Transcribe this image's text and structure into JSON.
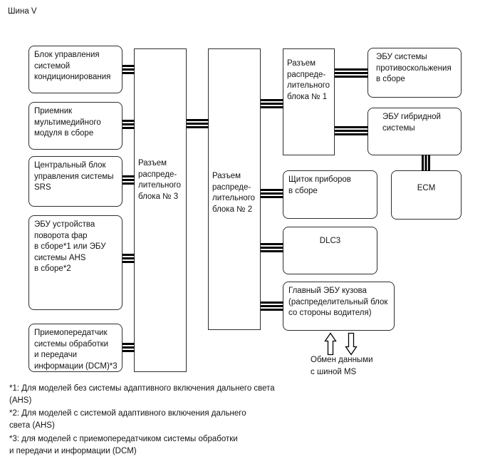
{
  "title": "Шина V",
  "colors": {
    "background": "#ffffff",
    "line": "#000000",
    "box_border": "#2e2e2e",
    "text": "#141414"
  },
  "boxes": {
    "ac_control": {
      "label": "Блок управления\nсистемой\nкондиционирования"
    },
    "multimedia_receiver": {
      "label": "Приемник\nмультимедийного\nмодуля в сборе"
    },
    "srs_center": {
      "label": "Центральный блок\nуправления системы\nSRS"
    },
    "headlight_swivel": {
      "label": "ЭБУ устройства\nповорота фар\nв сборе*1 или ЭБУ\nсистемы AHS\nв сборе*2"
    },
    "dcm_transceiver": {
      "label": "Приемопередатчик\nсистемы обработки\nи передачи\nинформации (DCM)*3"
    },
    "junction_block_3": {
      "label": "Разъем\nраспреде-\nлительного\nблока № 3"
    },
    "junction_block_2": {
      "label": "Разъем\nраспреде-\nлительного\nблока № 2"
    },
    "junction_block_1": {
      "label": "Разъем\nраспреде-\nлительного\nблока № 1"
    },
    "skid_control_ecu": {
      "label": "ЭБУ системы\nпротивоскольжения\nв сборе"
    },
    "hybrid_ecu": {
      "label": "ЭБУ гибридной\nсистемы"
    },
    "ecm": {
      "label": "ECM"
    },
    "combination_meter": {
      "label": "Щиток приборов\nв сборе"
    },
    "dlc3": {
      "label": "DLC3"
    },
    "main_body_ecu": {
      "label": "Главный ЭБУ кузова\n(распределительный блок\nсо стороны водителя)"
    }
  },
  "exchange_note": "Обмен данными\nс шиной MS",
  "footnotes": [
    "*1: Для моделей без системы адаптивного включения дальнего света\n(AHS)",
    "*2: Для моделей с системой адаптивного включения дальнего\nсвета (AHS)",
    "*3: для моделей с приемопередатчиком системы обработки\nи передачи и информации (DCM)"
  ]
}
